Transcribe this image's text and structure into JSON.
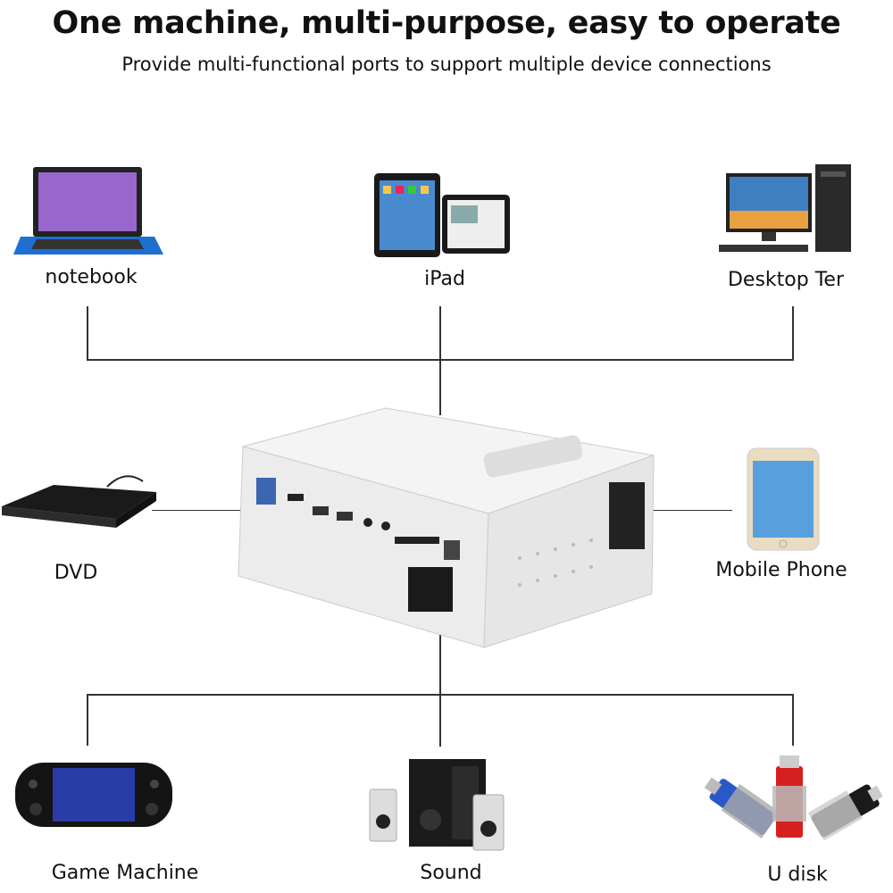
{
  "header": {
    "title": "One machine, multi-purpose, easy to operate",
    "subtitle": "Provide multi-functional ports to support multiple device connections"
  },
  "devices": {
    "notebook": "notebook",
    "ipad": "iPad",
    "desktop": "Desktop Ter",
    "dvd": "DVD",
    "mobile": "Mobile Phone",
    "game": "Game Machine",
    "sound": "Sound",
    "udisk": "U disk"
  },
  "colors": {
    "line": "#333333",
    "projector": "#eeeeee"
  }
}
